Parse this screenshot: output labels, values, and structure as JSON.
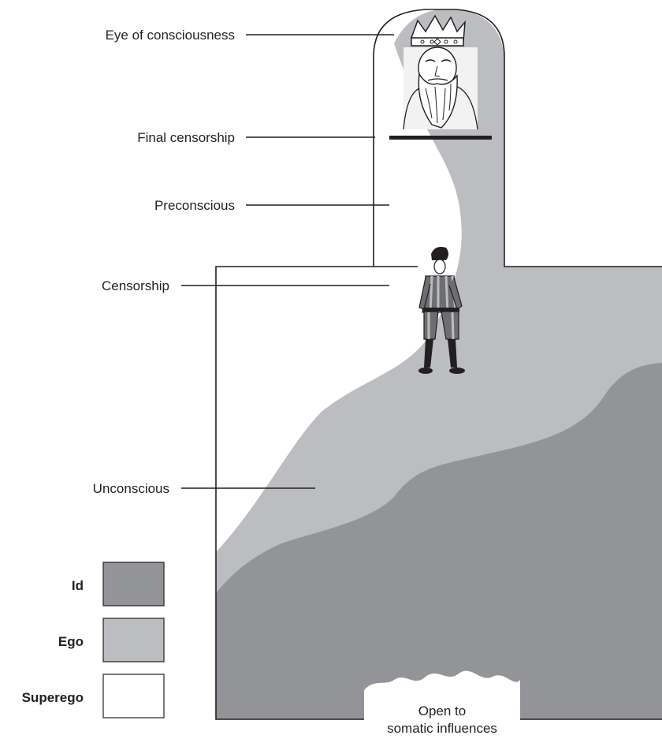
{
  "labels": {
    "eye_of_consciousness": "Eye of consciousness",
    "final_censorship": "Final censorship",
    "preconscious": "Preconscious",
    "censorship": "Censorship",
    "unconscious": "Unconscious",
    "somatic_line1": "Open to",
    "somatic_line2": "somatic influences"
  },
  "legend": [
    {
      "label": "Id",
      "color": "#939497"
    },
    {
      "label": "Ego",
      "color": "#bcbdc0"
    },
    {
      "label": "Superego",
      "color": "#ffffff"
    }
  ],
  "colors": {
    "id": "#939497",
    "ego": "#bcbdc0",
    "superego": "#ffffff",
    "outline": "#231f20"
  },
  "icons": {
    "king": "crowned-bearded-king-icon",
    "guard": "swiss-guard-icon"
  }
}
